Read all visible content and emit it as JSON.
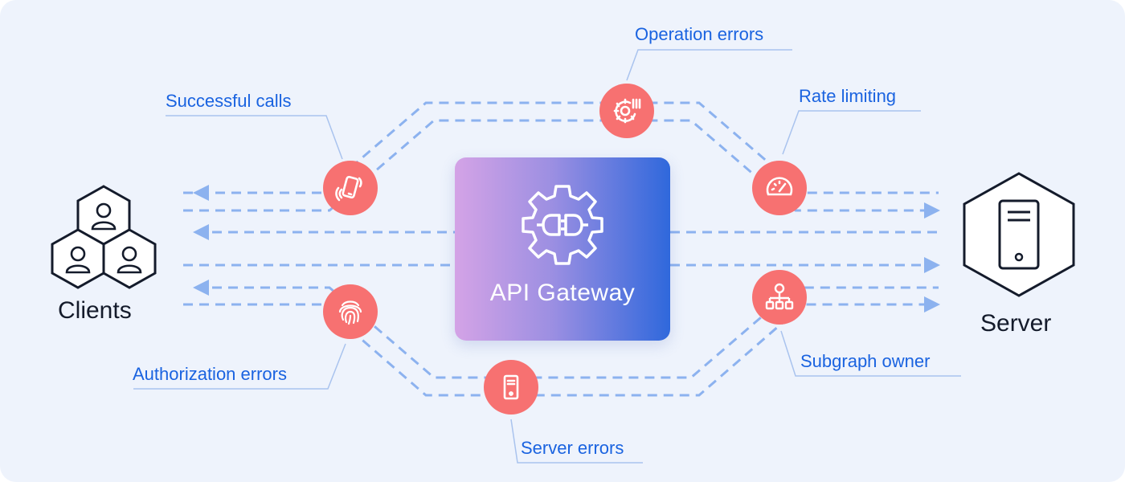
{
  "diagram": {
    "center": {
      "label": "API Gateway",
      "icon": "plug-gear-icon"
    },
    "left": {
      "label": "Clients",
      "icon": "users-hexagon-icon"
    },
    "right": {
      "label": "Server",
      "icon": "server-hexagon-icon"
    },
    "callouts": {
      "operation_errors": "Operation errors",
      "successful_calls": "Successful calls",
      "rate_limiting": "Rate limiting",
      "authorization_errors": "Authorization errors",
      "subgraph_owner": "Subgraph owner",
      "server_errors": "Server errors"
    },
    "node_icons": {
      "operation_errors": "gear-error-icon",
      "successful_calls": "phone-signal-icon",
      "rate_limiting": "speedometer-icon",
      "authorization_errors": "fingerprint-icon",
      "subgraph_owner": "org-chart-icon",
      "server_errors": "server-icon"
    },
    "colors": {
      "accent_blue": "#1a63e0",
      "node_red": "#f77171",
      "dashed_line": "#8cb2ef",
      "background": "#eef3fc"
    }
  }
}
